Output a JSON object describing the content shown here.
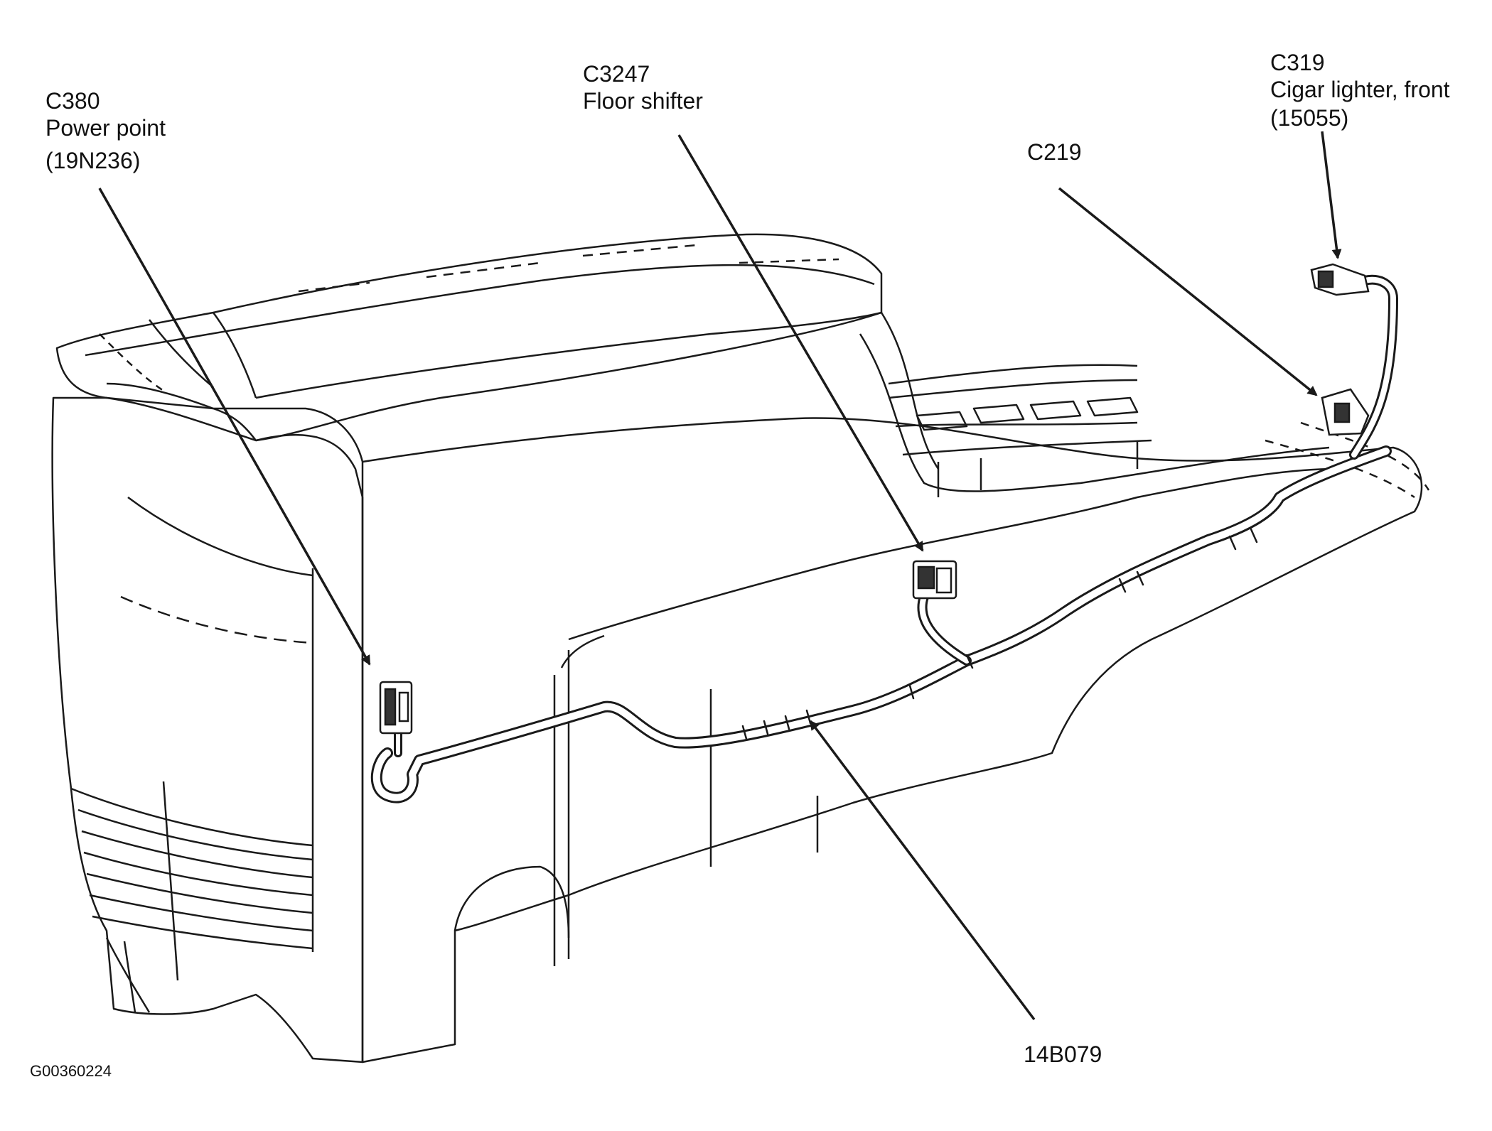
{
  "callouts": {
    "c380": {
      "id": "C380",
      "desc": "Power point",
      "part": "(19N236)"
    },
    "c3247": {
      "id": "C3247",
      "desc": "Floor shifter"
    },
    "c219": {
      "id": "C219"
    },
    "c319": {
      "id": "C319",
      "desc": "Cigar lighter, front",
      "part": "(15055)"
    },
    "harness": {
      "id": "14B079"
    }
  },
  "figure_id": "G00360224",
  "colors": {
    "line": "#1a1a1a",
    "background": "#ffffff"
  }
}
